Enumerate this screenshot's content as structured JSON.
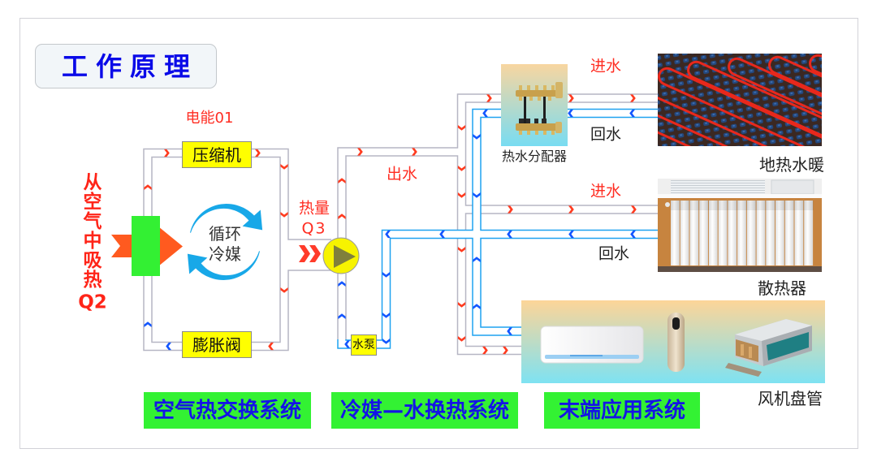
{
  "page": {
    "title": "工作原理"
  },
  "colors": {
    "supply_hot": "#ff3b1f",
    "return_cold": "#1356ff",
    "pipe_gray": "#b6b6c4",
    "pipe_blue": "#1ea2f0",
    "cycle_arrow": "#18a8e8",
    "heat_arrow": "#ff5a1f",
    "title_blue": "#0a0ae8",
    "system_green": "#33f233",
    "component_yellow": "#ffff00",
    "evaporator_green": "#33f033"
  },
  "air_heat_exchange": {
    "power_input": "电能01",
    "compressor": "压缩机",
    "expansion_valve": "膨胀阀",
    "heat_source": {
      "text": "从空气中吸热",
      "symbol": "Q2"
    },
    "cycle_label": [
      "循环",
      "冷媒"
    ]
  },
  "refrigerant_water": {
    "heat_output": {
      "text": "热量",
      "symbol": "Q3"
    },
    "water_outlet": "出水",
    "water_pump": "水泵"
  },
  "distribution": {
    "manifold": "热水分配器",
    "floor_heating_supply": "进水",
    "floor_heating_return": "回水",
    "radiator_supply": "进水",
    "radiator_return": "回水"
  },
  "terminals": {
    "floor_heating": "地热水暖",
    "radiator": "散热器",
    "fan_coil": "风机盘管"
  },
  "systems": [
    {
      "label": "空气热交换系统"
    },
    {
      "label": "冷媒—水换热系统"
    },
    {
      "label": "末端应用系统"
    }
  ]
}
